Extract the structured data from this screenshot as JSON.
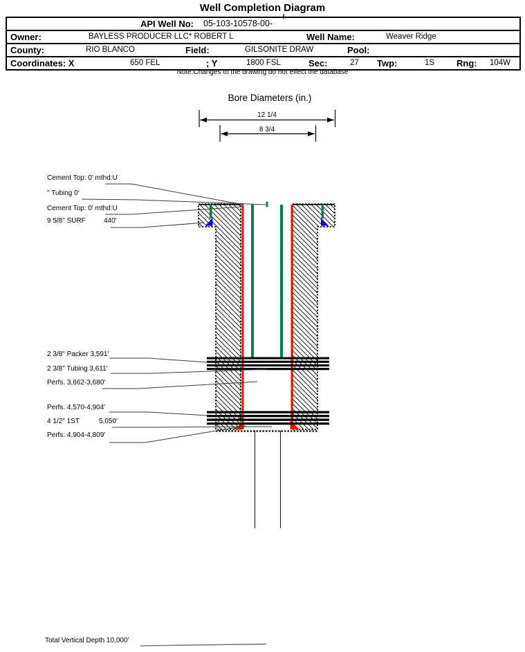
{
  "title": "Well Completion Diagram",
  "header": {
    "api_label": "API Well No:",
    "api_value": "05-103-10578-00-",
    "owner_label": "Owner:",
    "owner_value": "BAYLESS PRODUCER LLC* ROBERT L",
    "well_name_label": "Well Name:",
    "well_name_value": "Weaver Ridge",
    "county_label": "County:",
    "county_value": "RIO BLANCO",
    "field_label": "Field:",
    "field_value": "GILSONITE DRAW",
    "pool_label": "Pool:",
    "pool_value": "",
    "coordinates_label": "Coordinates: X",
    "x_value": "650 FEL",
    "y_label": "; Y",
    "y_value": "1800 FSL",
    "sec_label": "Sec:",
    "sec_value": "27",
    "twp_label": "Twp:",
    "twp_value": "1S",
    "rng_label": "Rng:",
    "rng_value": "104W"
  },
  "note": "Note:Changes to the drawing do not effect the database",
  "bore_diameters": {
    "title": "Bore Diameters (in.)",
    "outer": "12 1/4",
    "inner": "8 3/4"
  },
  "diagram_labels": {
    "cement_top_1": "Cement Top: 0' mthd:U",
    "tubing_top": "\" Tubing 0'",
    "cement_top_2": "Cement Top: 0' mthd:U",
    "surf_casing": "9 5/8\" SURF",
    "surf_depth": "440'",
    "packer": "2 3/8\" Packer 3,591'",
    "tubing": "2 3/8\" Tubing 3,611'",
    "perfs_1": "Perfs. 3,662-3,680'",
    "perfs_2": "Perfs. 4,570-4,904'",
    "prod_casing": "4 1/2\" 1ST",
    "prod_depth": "5,050'",
    "perfs_3": "Perfs. 4,904-4,809'",
    "tvd": "Total Vertical Depth 10,000'"
  },
  "colors": {
    "casing_red": "#ee1100",
    "tubing_green": "#008040",
    "shoe_blue": "#0000dd",
    "shoe_red": "#ee1100"
  }
}
